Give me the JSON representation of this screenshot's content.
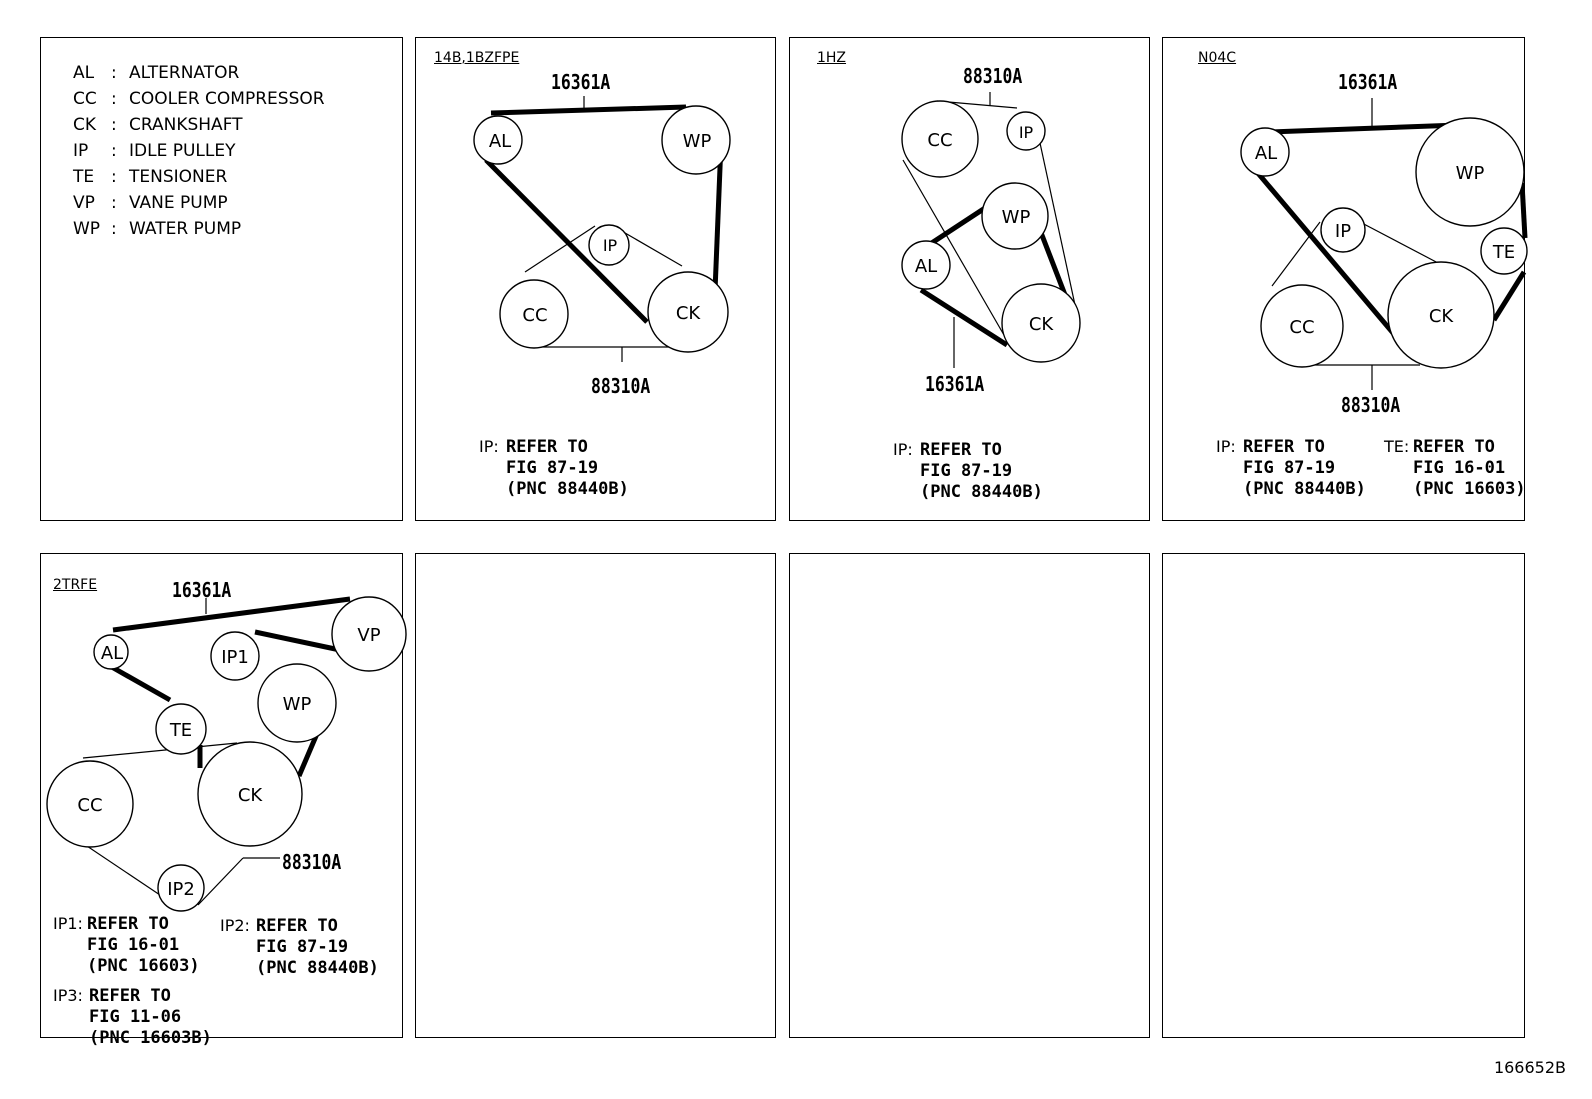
{
  "legend": [
    {
      "abbr": "AL",
      "name": "ALTERNATOR"
    },
    {
      "abbr": "CC",
      "name": "COOLER COMPRESSOR"
    },
    {
      "abbr": "CK",
      "name": "CRANKSHAFT"
    },
    {
      "abbr": "IP",
      "name": "IDLE PULLEY"
    },
    {
      "abbr": "TE",
      "name": "TENSIONER"
    },
    {
      "abbr": "VP",
      "name": "VANE PUMP"
    },
    {
      "abbr": "WP",
      "name": "WATER PUMP"
    }
  ],
  "legend_colon": ":",
  "panels": {
    "p14b": {
      "tag": "14B,1BZFPE",
      "parts": {
        "belt_top": "16361A",
        "belt_bottom": "88310A"
      },
      "pulleys": {
        "al": "AL",
        "wp": "WP",
        "ip": "IP",
        "cc": "CC",
        "ck": "CK"
      },
      "notes": [
        {
          "key": "IP:",
          "lines": [
            "REFER TO",
            "FIG 87-19",
            "(PNC 88440B)"
          ]
        }
      ]
    },
    "p1hz": {
      "tag": "1HZ",
      "parts": {
        "belt_top": "88310A",
        "belt_bottom": "16361A"
      },
      "pulleys": {
        "cc": "CC",
        "ip": "IP",
        "wp": "WP",
        "al": "AL",
        "ck": "CK"
      },
      "notes": [
        {
          "key": "IP:",
          "lines": [
            "REFER TO",
            "FIG 87-19",
            "(PNC 88440B)"
          ]
        }
      ]
    },
    "pn04c": {
      "tag": "N04C",
      "parts": {
        "belt_top": "16361A",
        "belt_bottom": "88310A"
      },
      "pulleys": {
        "al": "AL",
        "wp": "WP",
        "ip": "IP",
        "te": "TE",
        "cc": "CC",
        "ck": "CK"
      },
      "notes": [
        {
          "key": "IP:",
          "lines": [
            "REFER TO",
            "FIG 87-19",
            "(PNC 88440B)"
          ]
        },
        {
          "key": "TE:",
          "lines": [
            "REFER TO",
            "FIG 16-01",
            "(PNC 16603)"
          ]
        }
      ]
    },
    "p2trfe": {
      "tag": "2TRFE",
      "parts": {
        "belt_top": "16361A",
        "belt_bottom": "88310A"
      },
      "pulleys": {
        "al": "AL",
        "ip1": "IP1",
        "vp": "VP",
        "wp": "WP",
        "te": "TE",
        "cc": "CC",
        "ck": "CK",
        "ip2": "IP2"
      },
      "notes": [
        {
          "key": "IP1:",
          "lines": [
            "REFER TO",
            "FIG 16-01",
            "(PNC 16603)"
          ]
        },
        {
          "key": "IP2:",
          "lines": [
            "REFER TO",
            "FIG 87-19",
            "(PNC 88440B)"
          ]
        },
        {
          "key": "IP3:",
          "lines": [
            "REFER TO",
            "FIG 11-06",
            "(PNC 16603B)"
          ]
        }
      ]
    }
  },
  "figure_number": "166652B"
}
